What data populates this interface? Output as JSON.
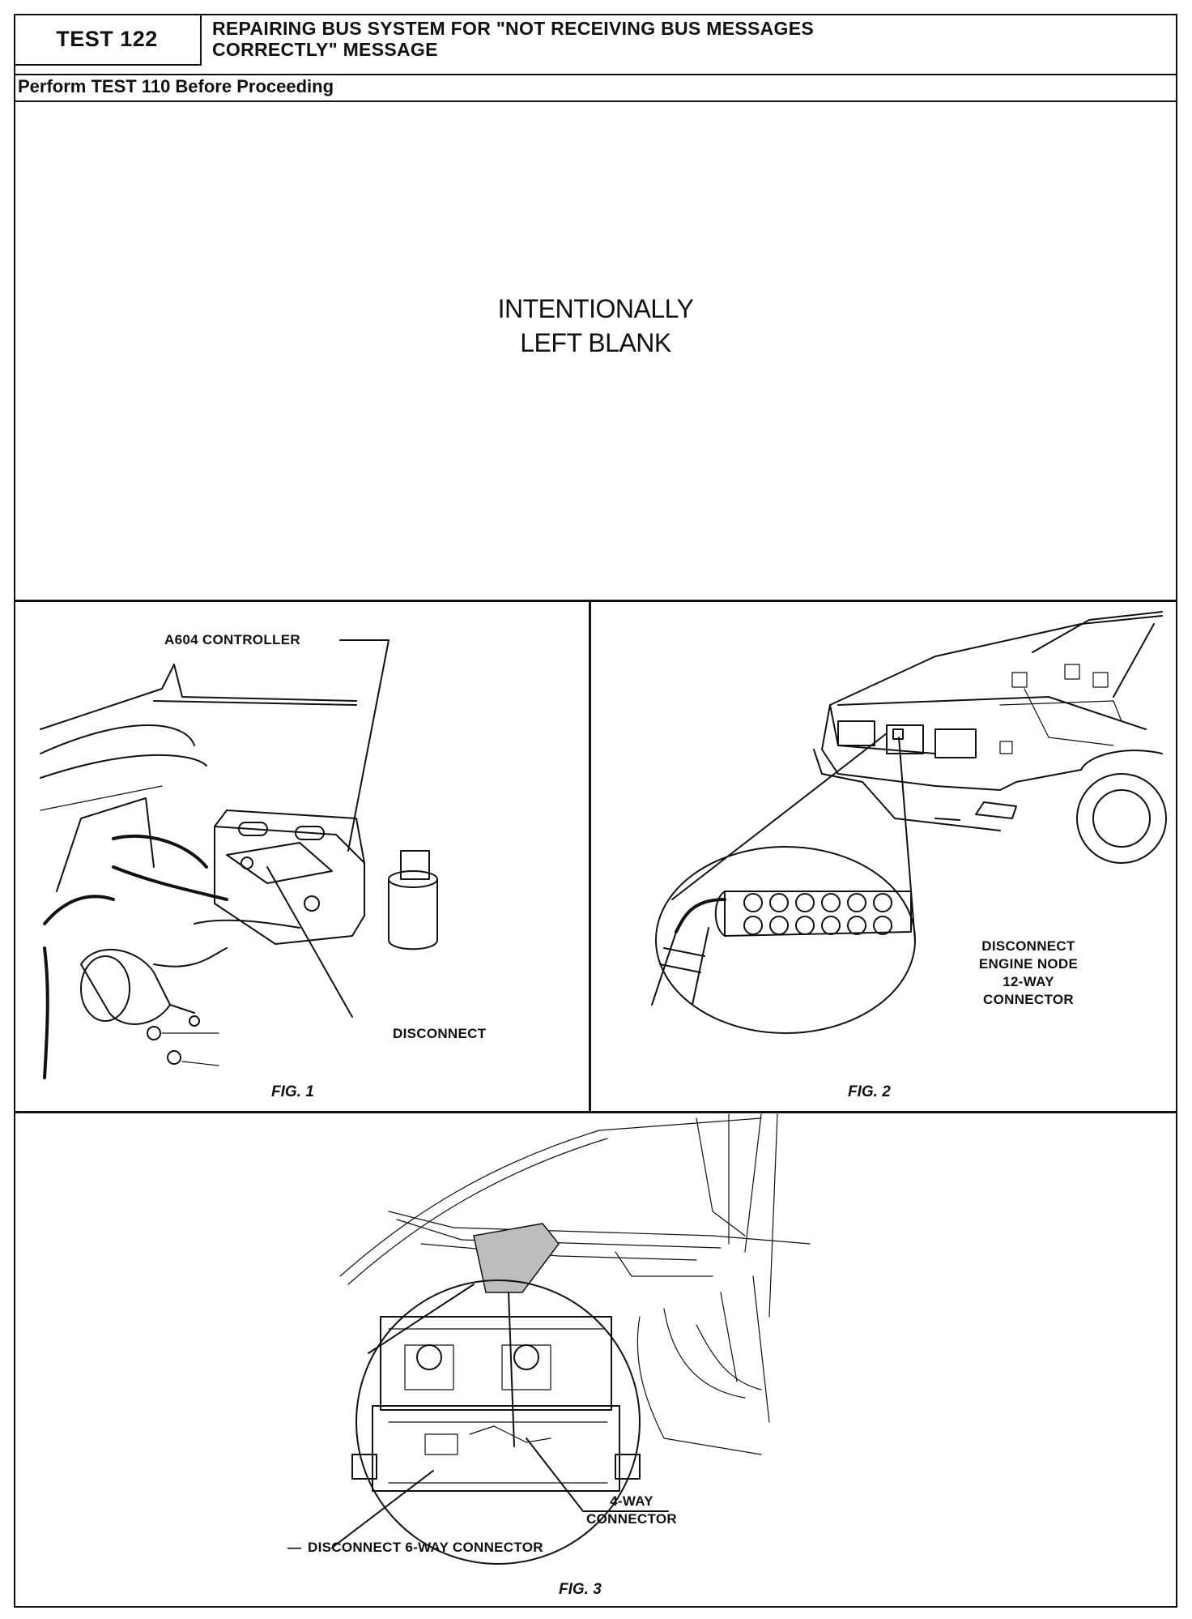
{
  "header": {
    "test_label": "TEST 122",
    "title_line1": "REPAIRING BUS SYSTEM FOR \"NOT RECEIVING BUS MESSAGES",
    "title_line2": "CORRECTLY\" MESSAGE",
    "prerequisite": "Perform TEST 110 Before Proceeding"
  },
  "blank_panel": {
    "line1": "INTENTIONALLY",
    "line2": "LEFT BLANK"
  },
  "figure1": {
    "caption": "FIG. 1",
    "label_controller": "A604 CONTROLLER",
    "label_disconnect": "DISCONNECT"
  },
  "figure2": {
    "caption": "FIG. 2",
    "label_line1": "DISCONNECT",
    "label_line2": "ENGINE NODE",
    "label_line3": "12-WAY",
    "label_line4": "CONNECTOR"
  },
  "figure3": {
    "caption": "FIG. 3",
    "label_4way_line1": "4-WAY",
    "label_4way_line2": "CONNECTOR",
    "label_6way": "DISCONNECT 6-WAY CONNECTOR"
  }
}
